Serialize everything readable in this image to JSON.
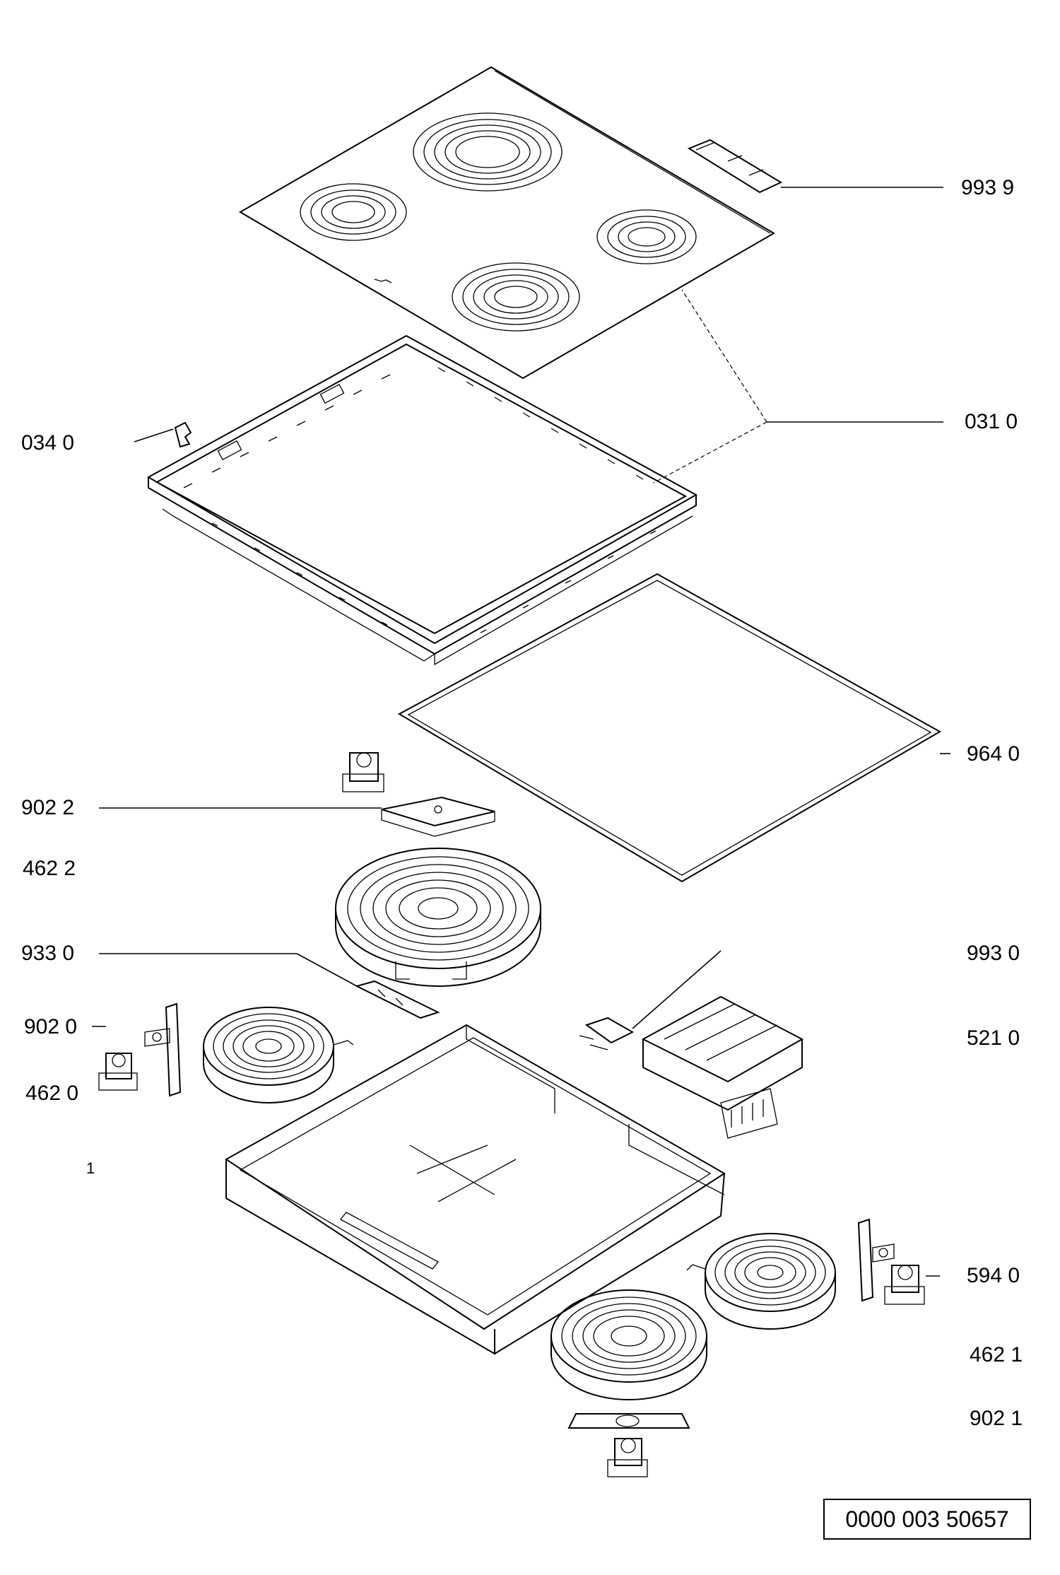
{
  "labels": {
    "l_9939": "993 9",
    "l_0310": "031 0",
    "l_0340": "034 0",
    "l_9640": "964 0",
    "l_9022": "902 2",
    "l_4622": "462 2",
    "l_9330": "933 0",
    "l_9930": "993 0",
    "l_9020": "902 0",
    "l_5210": "521 0",
    "l_4620": "462 0",
    "l_1": "1",
    "l_5940": "594 0",
    "l_4621": "462 1",
    "l_9021": "902 1"
  },
  "document_number": "0000 003 50657"
}
